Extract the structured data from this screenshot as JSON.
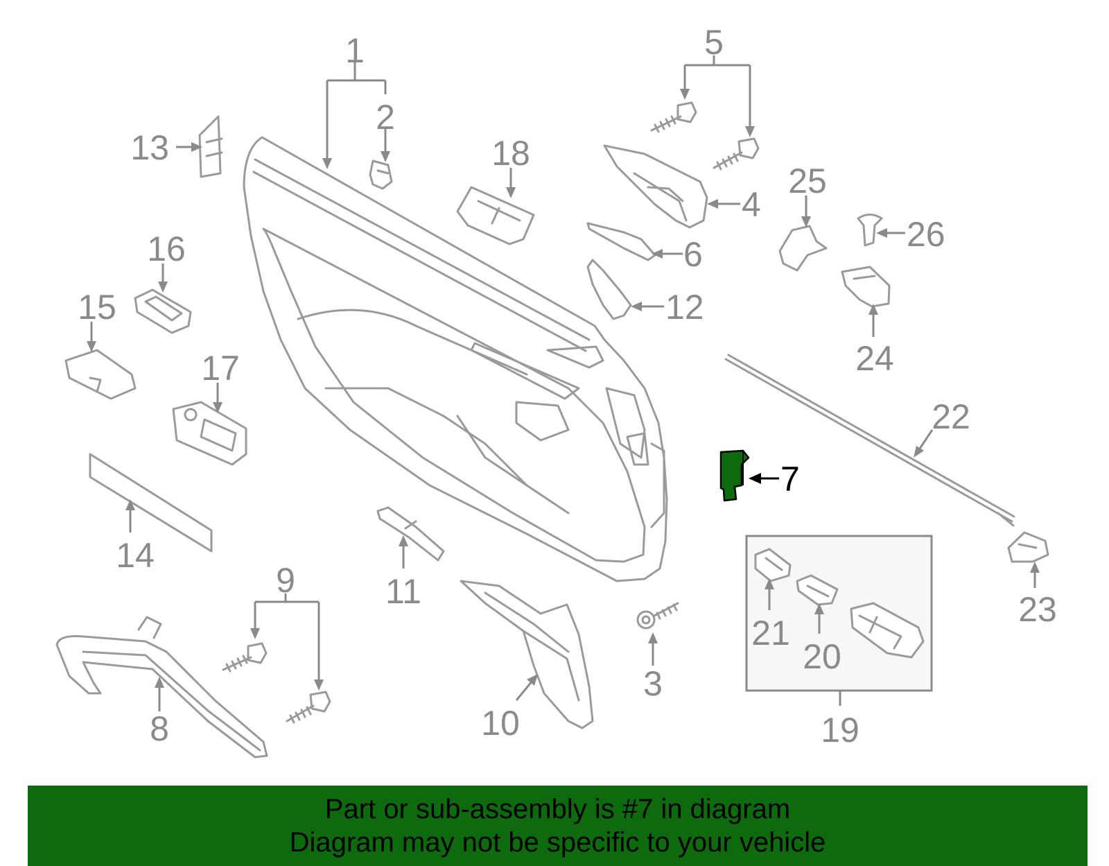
{
  "colors": {
    "part_stroke": "#9a9a9a",
    "highlight": "#0d6b0d",
    "banner_bg": "#0d6b0d",
    "banner_text": "#000000"
  },
  "callouts": {
    "c1": "1",
    "c2": "2",
    "c3": "3",
    "c4": "4",
    "c5": "5",
    "c6": "6",
    "c7": "7",
    "c8": "8",
    "c9": "9",
    "c10": "10",
    "c11": "11",
    "c12": "12",
    "c13": "13",
    "c14": "14",
    "c15": "15",
    "c16": "16",
    "c17": "17",
    "c18": "18",
    "c19": "19",
    "c20": "20",
    "c21": "21",
    "c22": "22",
    "c23": "23",
    "c24": "24",
    "c25": "25",
    "c26": "26"
  },
  "highlighted_part": "7",
  "banner": {
    "line1": "Part or sub-assembly is #7 in diagram",
    "line2": "Diagram may not be specific to your vehicle"
  }
}
